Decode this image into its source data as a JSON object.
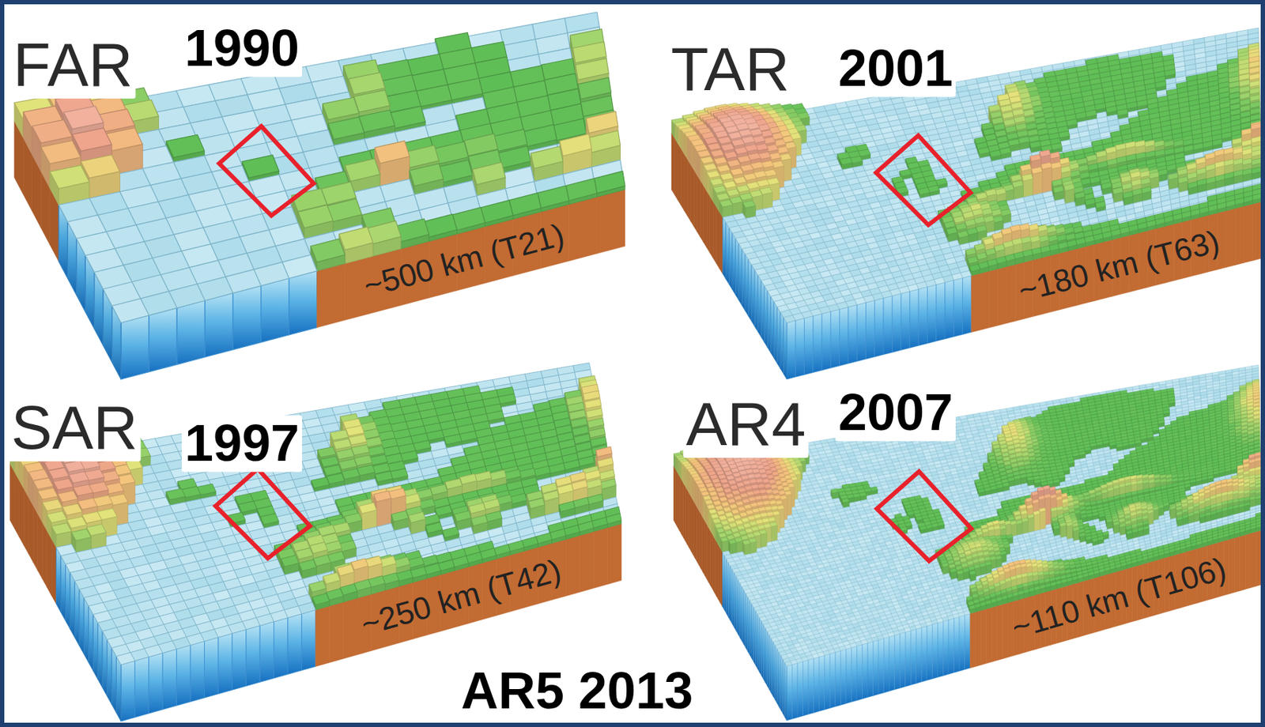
{
  "diagram": {
    "labels": [
      "FAR",
      "1990",
      "TAR",
      "2001",
      "~500 km (T21)",
      "~180 km (T63)",
      "SAR",
      "1997",
      "AR4",
      "2007",
      "~250 km (T42)",
      "~110 km (T106)",
      "AR5 2013"
    ]
  }
}
